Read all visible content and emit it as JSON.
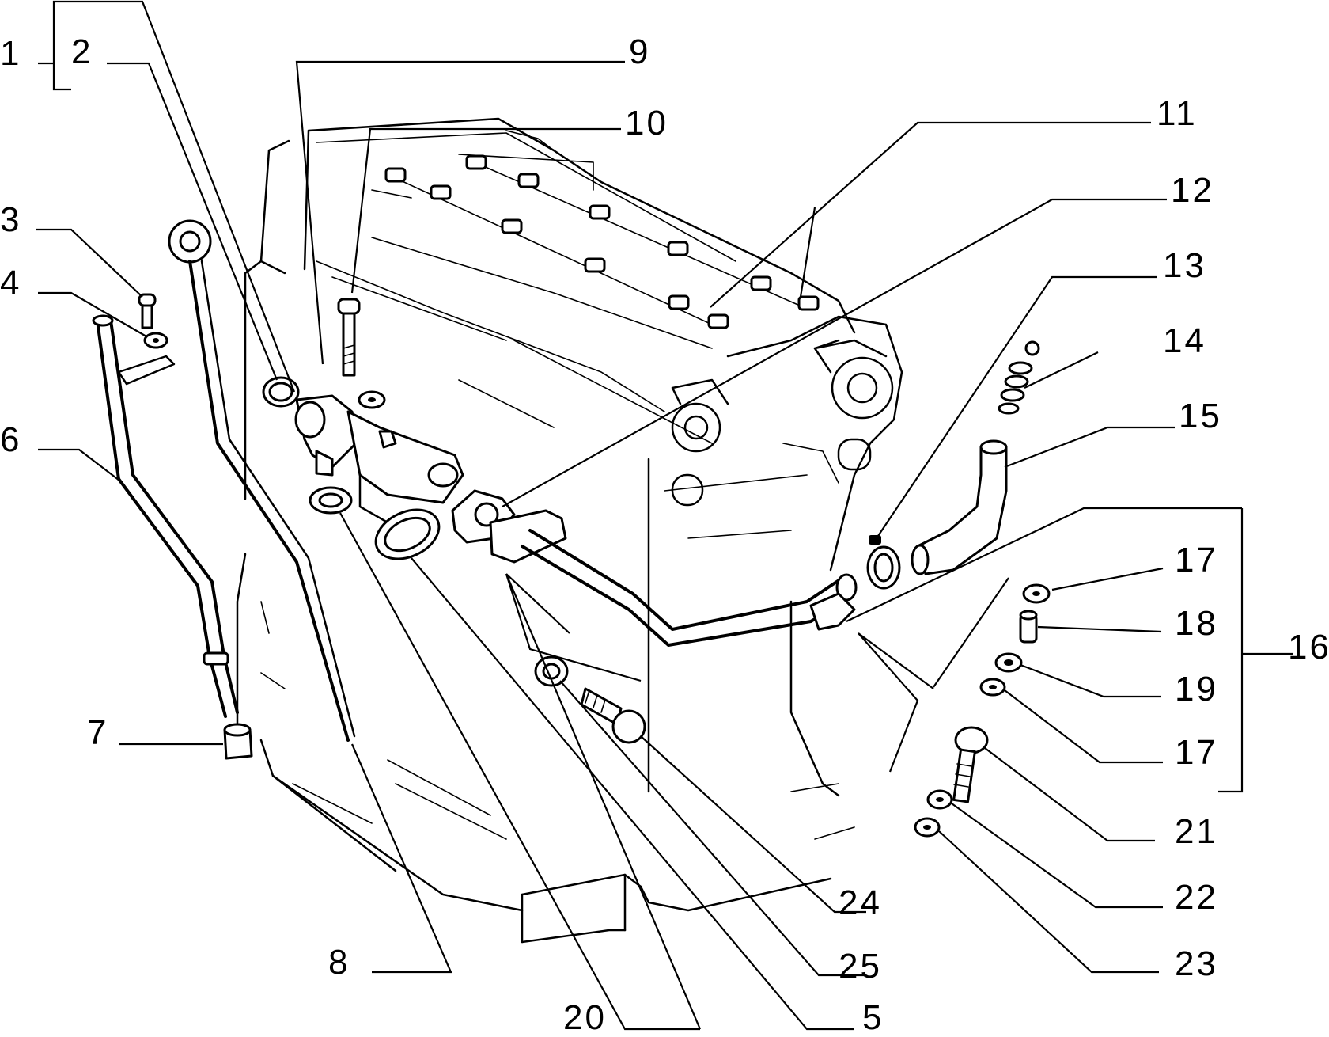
{
  "diagram": {
    "colors": {
      "ink": "#000000",
      "paper": "#ffffff"
    },
    "callouts": [
      {
        "id": "c1",
        "label": "1"
      },
      {
        "id": "c2",
        "label": "2"
      },
      {
        "id": "c3",
        "label": "3"
      },
      {
        "id": "c4",
        "label": "4"
      },
      {
        "id": "c5",
        "label": "5"
      },
      {
        "id": "c6",
        "label": "6"
      },
      {
        "id": "c7",
        "label": "7"
      },
      {
        "id": "c8",
        "label": "8"
      },
      {
        "id": "c9",
        "label": "9"
      },
      {
        "id": "c10",
        "label": "10"
      },
      {
        "id": "c11",
        "label": "11"
      },
      {
        "id": "c12",
        "label": "12"
      },
      {
        "id": "c13",
        "label": "13"
      },
      {
        "id": "c14",
        "label": "14"
      },
      {
        "id": "c15",
        "label": "15"
      },
      {
        "id": "c16",
        "label": "16"
      },
      {
        "id": "c17a",
        "label": "17"
      },
      {
        "id": "c17b",
        "label": "17"
      },
      {
        "id": "c18",
        "label": "18"
      },
      {
        "id": "c19",
        "label": "19"
      },
      {
        "id": "c20",
        "label": "20"
      },
      {
        "id": "c21",
        "label": "21"
      },
      {
        "id": "c22",
        "label": "22"
      },
      {
        "id": "c23",
        "label": "23"
      },
      {
        "id": "c24",
        "label": "24"
      },
      {
        "id": "c25",
        "label": "25"
      }
    ]
  }
}
